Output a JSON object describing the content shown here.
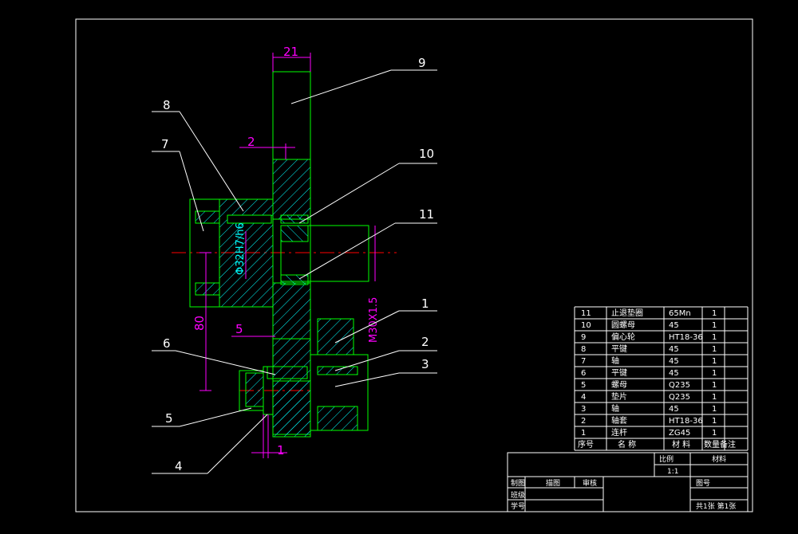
{
  "colors": {
    "background": "#000000",
    "frame": "#ffffff",
    "part_outline": "#00ff00",
    "dimension": "#ff00ff",
    "hatch": "#00ffff",
    "leader": "#ffffff",
    "center_line": "#ff0000",
    "label": "#ffffff"
  },
  "dimensions": {
    "width_21": "21",
    "gap_2": "2",
    "fit_dim": "Φ32H7/h6",
    "thread_dim": "M30X1.5",
    "height_80": "80",
    "gap_5": "5",
    "gap_1": "1"
  },
  "callouts": [
    "9",
    "8",
    "7",
    "10",
    "11",
    "1",
    "2",
    "3",
    "6",
    "5",
    "4"
  ],
  "bom": {
    "rows": [
      {
        "no": "11",
        "name": "止退垫圈",
        "material": "65Mn",
        "qty": "1",
        "note": ""
      },
      {
        "no": "10",
        "name": "圆螺母",
        "material": "45",
        "qty": "1",
        "note": ""
      },
      {
        "no": "9",
        "name": "偏心轮",
        "material": "HT18-36",
        "qty": "1",
        "note": ""
      },
      {
        "no": "8",
        "name": "平键",
        "material": "45",
        "qty": "1",
        "note": ""
      },
      {
        "no": "7",
        "name": "轴",
        "material": "45",
        "qty": "1",
        "note": ""
      },
      {
        "no": "6",
        "name": "平键",
        "material": "45",
        "qty": "1",
        "note": ""
      },
      {
        "no": "5",
        "name": "螺母",
        "material": "Q235",
        "qty": "1",
        "note": ""
      },
      {
        "no": "4",
        "name": "垫片",
        "material": "Q235",
        "qty": "1",
        "note": ""
      },
      {
        "no": "3",
        "name": "轴",
        "material": "45",
        "qty": "1",
        "note": ""
      },
      {
        "no": "2",
        "name": "轴套",
        "material": "HT18-36",
        "qty": "1",
        "note": ""
      },
      {
        "no": "1",
        "name": "连杆",
        "material": "ZG45",
        "qty": "1",
        "note": ""
      }
    ],
    "header": {
      "no": "序号",
      "name": "名 称",
      "material": "材 料",
      "qty_note": "数量备注"
    }
  },
  "title_block": {
    "scale_label": "比例",
    "scale_value": "1:1",
    "sheet_label": "材料",
    "designer": "制图",
    "checker": "描图",
    "reviewer": "审核",
    "class_label": "班级",
    "id_label": "学号",
    "drawing_no": "图号",
    "school": "共1张 第1张"
  }
}
